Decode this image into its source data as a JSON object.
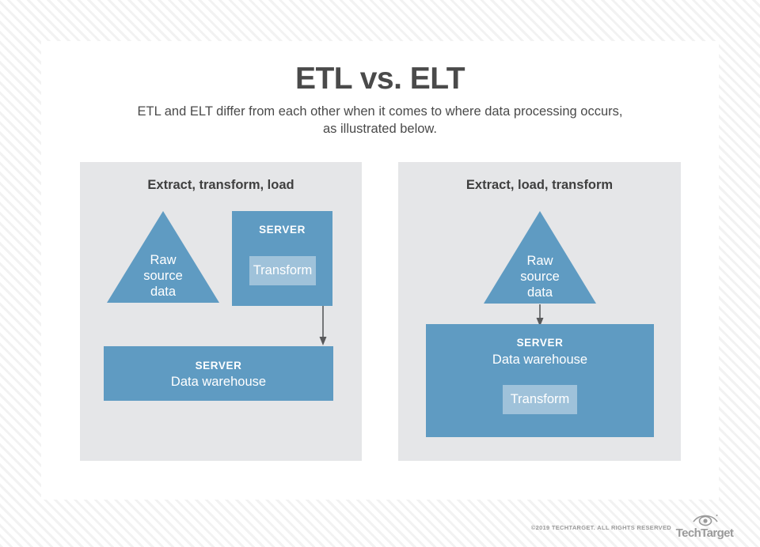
{
  "header": {
    "title": "ETL vs. ELT",
    "subtitle": "ETL and ELT differ from each other when it comes to where data processing occurs, as illustrated below."
  },
  "colors": {
    "primary_blue": "#5f9bc2",
    "light_blue": "#9fc2da",
    "panel_gray": "#e5e6e8",
    "text_dark": "#4a4a4a",
    "arrow_gray": "#58595b",
    "footer_gray": "#9a9a9a"
  },
  "panels": [
    {
      "id": "etl",
      "heading": "Extract, transform, load",
      "source": {
        "shape": "triangle",
        "label": "Raw\nsource\ndata"
      },
      "server_top": {
        "title": "SERVER",
        "inner": "Transform"
      },
      "server_bottom": {
        "title": "SERVER",
        "subtitle": "Data warehouse"
      },
      "arrows": [
        {
          "name": "arrow-source-to-server",
          "direction": "right"
        },
        {
          "name": "arrow-server-to-warehouse",
          "direction": "down"
        }
      ]
    },
    {
      "id": "elt",
      "heading": "Extract, load, transform",
      "source": {
        "shape": "triangle",
        "label": "Raw\nsource\ndata"
      },
      "server": {
        "title": "SERVER",
        "subtitle": "Data warehouse",
        "inner": "Transform"
      },
      "arrows": [
        {
          "name": "arrow-source-to-warehouse",
          "direction": "down"
        }
      ]
    }
  ],
  "footer": {
    "copyright": "©2019 TECHTARGET. ALL RIGHTS RESERVED",
    "logo_text": "TechTarget",
    "logo_icon": "eye-icon"
  }
}
